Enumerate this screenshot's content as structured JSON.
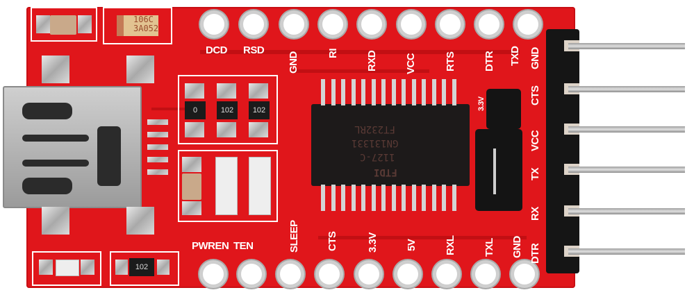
{
  "photo": {
    "subject": "FTDI FT232RL USB to TTL serial adapter breakout board",
    "board_color": "#e0161b",
    "silkscreen_color": "#ffffff"
  },
  "top_pins": {
    "labels": [
      "DCD",
      "RSD",
      "GND",
      "RI",
      "RXD",
      "VCC",
      "RTS",
      "DTR",
      "TXD"
    ]
  },
  "bottom_pins": {
    "labels": [
      "PWREN",
      "TEN",
      "SLEEP",
      "CTS",
      "3.3V",
      "5V",
      "RXL",
      "TXL",
      "GND"
    ]
  },
  "right_header": {
    "labels": [
      "GND",
      "CTS",
      "VCC",
      "TX",
      "RX",
      "DTR"
    ]
  },
  "voltage_jumper": {
    "label": "3.3V"
  },
  "chip": {
    "lines": [
      "FT232RL",
      "GN131331",
      "1127-C",
      "FTDI"
    ]
  },
  "components": {
    "tantalum_cap": [
      "106C",
      "3A052"
    ],
    "resistors_top": [
      "0",
      "102",
      "102"
    ],
    "resistor_bottom": "102"
  }
}
